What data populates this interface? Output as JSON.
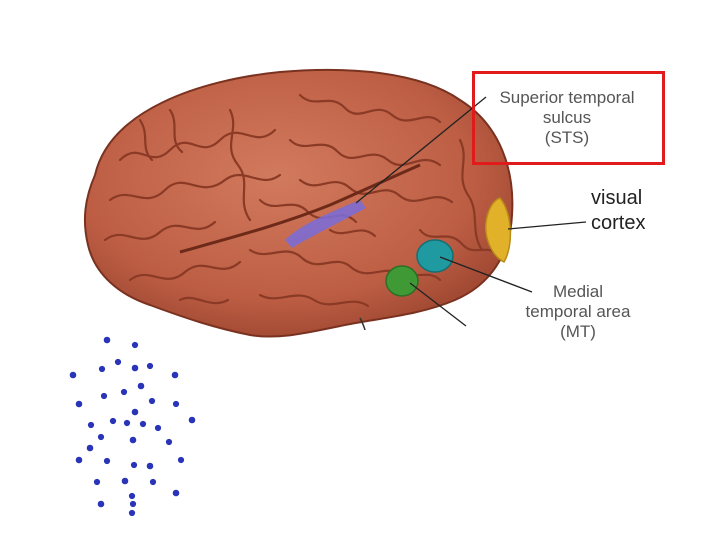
{
  "labels": {
    "sts": {
      "line1": "Superior temporal",
      "line2": "sulcus",
      "line3": "(STS)"
    },
    "visual_cortex": {
      "line1": "visual",
      "line2": "cortex"
    },
    "mt": {
      "line1": "Medial",
      "line2": "temporal area",
      "line3": "(MT)"
    }
  },
  "colors": {
    "brain": "#c0644a",
    "brain_dark": "#8e3b26",
    "sts_region": "#7b6cd6",
    "mt_region": "#1f9aa0",
    "mst_region": "#3f9a36",
    "visual_cortex_region": "#e2b12a",
    "highlight_box": "#e11b1b",
    "dots": "#2a34b8"
  },
  "icons": [
    "biological-motion-point-light-figure"
  ]
}
